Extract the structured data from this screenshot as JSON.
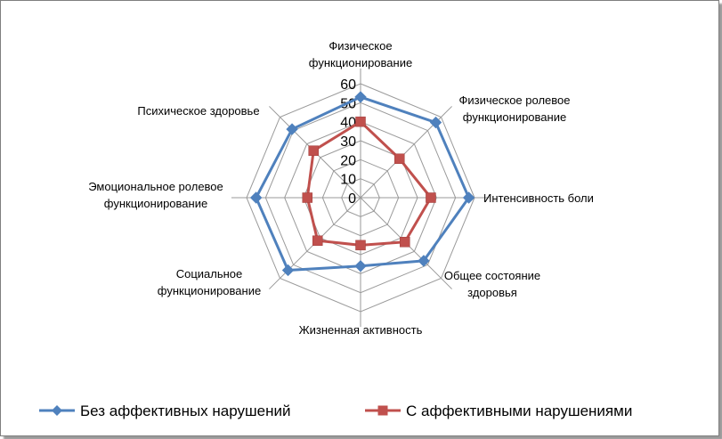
{
  "chart_data": {
    "type": "radar",
    "categories": [
      [
        "Физическое",
        "функционирование"
      ],
      [
        "Физическое ролевое",
        "функционирование"
      ],
      [
        "Интенсивность боли"
      ],
      [
        "Общее состояние",
        "здоровья"
      ],
      [
        "Жизненная активность"
      ],
      [
        "Социальное",
        "функционирование"
      ],
      [
        "Эмоциональное ролевое",
        "функционирование"
      ],
      [
        "Психическое здоровье"
      ]
    ],
    "ticks": [
      "0",
      "10",
      "20",
      "30",
      "40",
      "50",
      "60"
    ],
    "rlim": [
      0,
      60
    ],
    "grid": true,
    "legend_position": "bottom",
    "series": [
      {
        "name": "Без аффективных нарушений",
        "color": "#4f81bd",
        "marker": "diamond",
        "values": [
          53,
          56,
          57,
          47,
          36,
          54,
          55,
          51
        ]
      },
      {
        "name": "С аффективными нарушениями",
        "color": "#c0504d",
        "marker": "square",
        "values": [
          40,
          29,
          37,
          33,
          25,
          32,
          28,
          35
        ]
      }
    ]
  }
}
